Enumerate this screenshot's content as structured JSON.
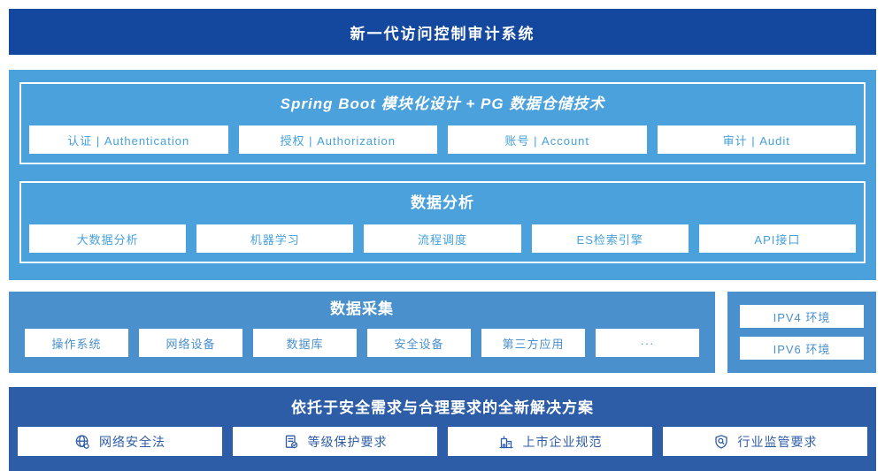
{
  "header": {
    "title": "新一代访问控制审计系统"
  },
  "platform": {
    "modules": {
      "title": "Spring Boot 模块化设计 + PG 数据仓储技术",
      "items": [
        "认证 | Authentication",
        "授权 | Authorization",
        "账号 | Account",
        "审计 | Audit"
      ]
    },
    "analysis": {
      "title": "数据分析",
      "items": [
        "大数据分析",
        "机器学习",
        "流程调度",
        "ES检索引擎",
        "API接口"
      ]
    }
  },
  "collection": {
    "title": "数据采集",
    "items": [
      "操作系统",
      "网络设备",
      "数据库",
      "安全设备",
      "第三方应用",
      "···"
    ],
    "environments": [
      "IPV4 环境",
      "IPV6 环境"
    ]
  },
  "solution": {
    "title": "依托于安全需求与合理要求的全新解决方案",
    "items": [
      {
        "icon": "globe-icon",
        "label": "网络安全法"
      },
      {
        "icon": "document-check-icon",
        "label": "等级保护要求"
      },
      {
        "icon": "building-icon",
        "label": "上市企业规范"
      },
      {
        "icon": "shield-search-icon",
        "label": "行业监管要求"
      }
    ]
  },
  "colors": {
    "header_bg": "#14489E",
    "platform_bg": "#4BA1DC",
    "collection_bg": "#4A90CC",
    "solution_bg": "#2E5DA7",
    "chip_text_platform": "#45A0DB",
    "chip_text_collection": "#4A90CC",
    "chip_text_solution": "#2E5DA7"
  }
}
